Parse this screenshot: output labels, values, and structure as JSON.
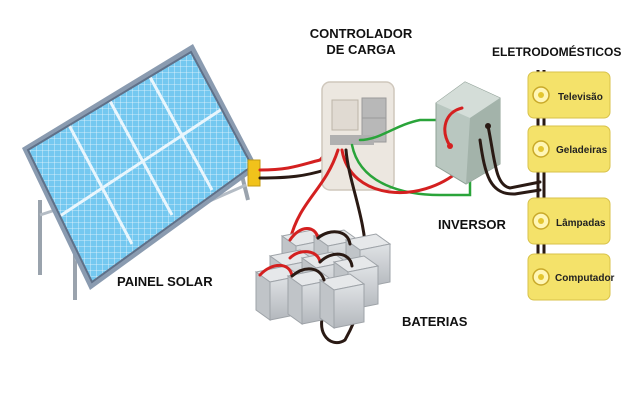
{
  "labels": {
    "controller_line1": "CONTROLADOR",
    "controller_line2": "DE CARGA",
    "appliances_title": "ELETRODOMÉSTICOS",
    "inverter": "INVERSOR",
    "solar_panel": "PAINEL SOLAR",
    "batteries": "BATERIAS"
  },
  "appliances": [
    {
      "label": "Televisão"
    },
    {
      "label": "Geladeiras"
    },
    {
      "label": "Lâmpadas"
    },
    {
      "label": "Computador"
    }
  ],
  "colors": {
    "panel_cell": "#6cc3ee",
    "panel_frame": "#8a9bb0",
    "wire_red": "#d42020",
    "wire_black": "#2a1a14",
    "wire_green": "#2aa43a",
    "battery_body": "#c9ccd0",
    "inverter_body": "#b9c7c0",
    "controller_body": "#ece7e0",
    "appliance_strip": "#f4e26a",
    "junction_box": "#f1c21b"
  }
}
